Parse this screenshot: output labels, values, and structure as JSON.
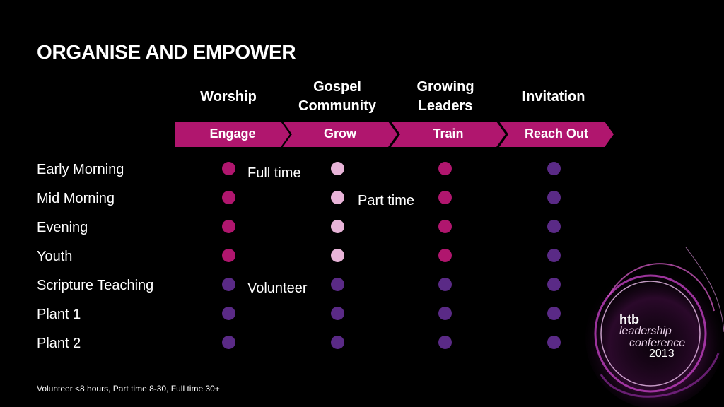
{
  "title": "ORGANISE AND EMPOWER",
  "columns": [
    {
      "heading": "Worship",
      "stage": "Engage"
    },
    {
      "heading": "Gospel\nCommunity",
      "stage": "Grow"
    },
    {
      "heading": "Growing\nLeaders",
      "stage": "Train"
    },
    {
      "heading": "Invitation",
      "stage": "Reach Out"
    }
  ],
  "rows": [
    {
      "label": "Early Morning",
      "levels": [
        "full",
        "part",
        "full",
        "vol"
      ]
    },
    {
      "label": "Mid Morning",
      "levels": [
        "full",
        "part",
        "full",
        "vol"
      ]
    },
    {
      "label": "Evening",
      "levels": [
        "full",
        "part",
        "full",
        "vol"
      ]
    },
    {
      "label": "Youth",
      "levels": [
        "full",
        "part",
        "full",
        "vol"
      ]
    },
    {
      "label": "Scripture Teaching",
      "levels": [
        "vol",
        "vol",
        "vol",
        "vol"
      ]
    },
    {
      "label": "Plant 1",
      "levels": [
        "vol",
        "vol",
        "vol",
        "vol"
      ]
    },
    {
      "label": "Plant 2",
      "levels": [
        "vol",
        "vol",
        "vol",
        "vol"
      ]
    }
  ],
  "legend": {
    "full_time": "Full time",
    "part_time": "Part time",
    "volunteer": "Volunteer"
  },
  "footer": "Volunteer <8 hours, Part time 8-30, Full time 30+",
  "logo": {
    "line1": "htb",
    "line2": "leadership",
    "line3": "conference",
    "line4": "2013"
  },
  "colors": {
    "background": "#000000",
    "chevron": "#b0166e",
    "full": "#b0166e",
    "part": "#e8b4d8",
    "vol": "#5a2a86"
  }
}
